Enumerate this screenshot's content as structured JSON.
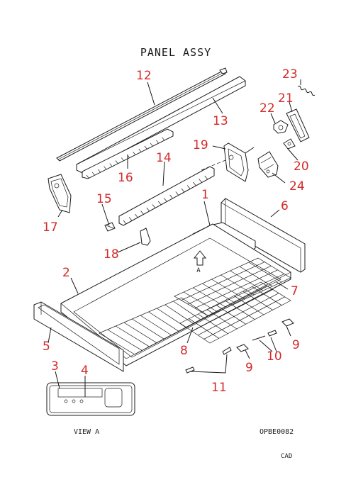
{
  "title": "PANEL ASSY",
  "view_label": "VIEW A",
  "arrow_label": "A",
  "drawing_code": "OPBE0082",
  "cad_label": "CAD",
  "callouts": [
    "12",
    "13",
    "23",
    "21",
    "22",
    "19",
    "14",
    "16",
    "20",
    "24",
    "1",
    "6",
    "15",
    "17",
    "18",
    "2",
    "7",
    "5",
    "8",
    "9",
    "10",
    "3",
    "4",
    "11"
  ],
  "colors": {
    "callout": "#d42a2a",
    "line": "#1a1a1a",
    "background": "#ffffff"
  }
}
